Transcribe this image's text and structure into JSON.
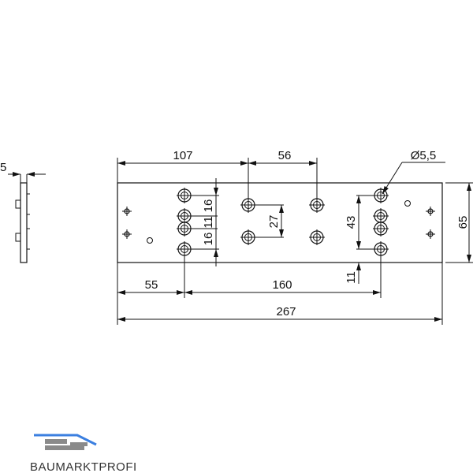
{
  "drawing": {
    "dimensions": {
      "d107": "107",
      "d56": "56",
      "hole_diameter": "Ø5,5",
      "d55": "55",
      "d160": "160",
      "d267": "267",
      "d16_top": "16",
      "d11": "11",
      "d16_bottom": "16",
      "d27": "27",
      "d43": "43",
      "d11_bottom": "11",
      "d65": "65",
      "thickness": "5"
    }
  },
  "logo": {
    "text": "BAUMARKTPROFI",
    "accent_color": "#3b7fe0",
    "block_color": "#8a8a8a"
  }
}
